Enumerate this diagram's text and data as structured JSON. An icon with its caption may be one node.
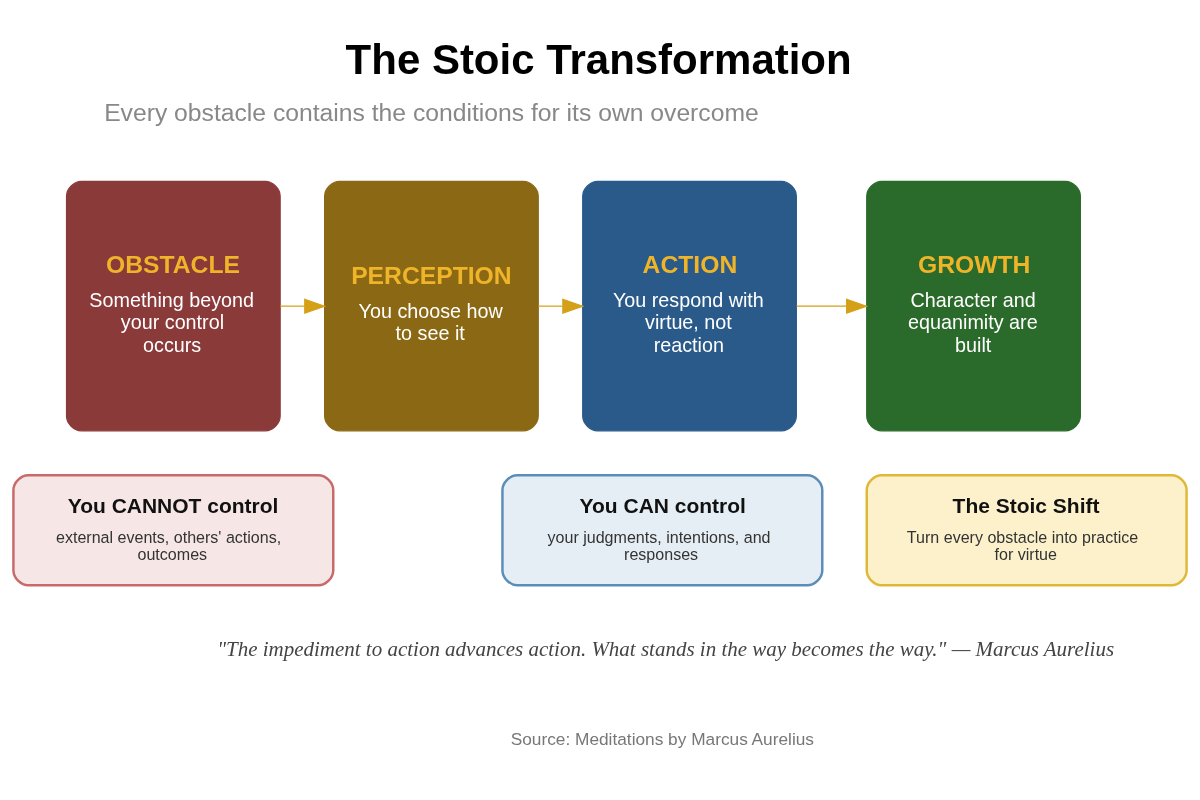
{
  "diagram": {
    "title": "The Stoic Transformation",
    "nodes": [
      {
        "text": [
          "OBSTACLE",
          "Something beyond your control occurs"
        ]
      },
      {
        "text": [
          "PERCEPTION",
          "You choose how to see it"
        ]
      },
      {
        "text": [
          "ACTION",
          "You respond with virtue, not reaction"
        ]
      },
      {
        "text": [
          "GROWTH",
          "Character and equanimity are built"
        ]
      },
      {
        "text": [
          "You CANNOT control",
          "external events, others' actions, outcomes"
        ]
      },
      {
        "text": [
          "You CAN control",
          "your judgments, intentions, and responses"
        ]
      },
      {
        "text": [
          "The Stoic Shift",
          "Turn every obstacle into practice for virtue"
        ]
      }
    ],
    "edges": [
      {
        "from": 0,
        "to": 1,
        "arrow": "to"
      },
      {
        "from": 1,
        "to": 2,
        "arrow": "to"
      },
      {
        "from": 2,
        "to": 3,
        "arrow": "to"
      }
    ],
    "labels": [
      "Every obstacle contains the conditions for its own overcome",
      "\"The impediment to action advances action. What stands in the way becomes the way.\" — Marcus Aurelius",
      "Source: Meditations by Marcus Aurelius"
    ]
  }
}
